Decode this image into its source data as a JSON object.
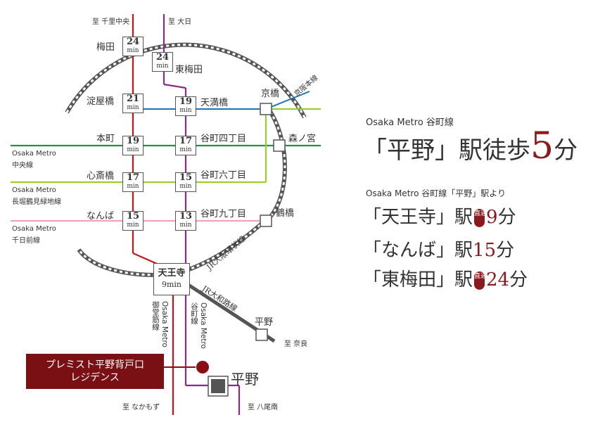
{
  "map": {
    "directions": {
      "senri_chuo": "至 千里中央",
      "dainichi": "至 大日",
      "nara": "至 奈良",
      "nakamozu": "至 なかもず",
      "yaominami": "至 八尾南"
    },
    "midosuji_stations": [
      {
        "name": "梅田",
        "min": "24"
      },
      {
        "name": "淀屋橋",
        "min": "21"
      },
      {
        "name": "本町",
        "min": "19"
      },
      {
        "name": "心斎橋",
        "min": "17"
      },
      {
        "name": "なんば",
        "min": "15"
      }
    ],
    "tanimachi_stations": [
      {
        "name": "東梅田",
        "min": "24"
      },
      {
        "name": "天満橋",
        "min": "19"
      },
      {
        "name": "谷町四丁目",
        "min": "17"
      },
      {
        "name": "谷町六丁目",
        "min": "15"
      },
      {
        "name": "谷町九丁目",
        "min": "13"
      }
    ],
    "min_unit": "min",
    "tennoji": {
      "name": "天王寺",
      "time": "9min"
    },
    "loop_stations": {
      "kyobashi": "京橋",
      "morinomiya": "森ノ宮",
      "tsuruhashi": "鶴橋"
    },
    "line_labels": {
      "keihan": "京阪本線",
      "chuo_1": "Osaka Metro",
      "chuo_2": "中央線",
      "nagahori_1": "Osaka Metro",
      "nagahori_2": "長堀鶴見緑地線",
      "sennichimae_1": "Osaka Metro",
      "sennichimae_2": "千日前線",
      "loop": "JR大阪環状線",
      "yamatoji": "JR大和路線",
      "midosuji_v1": "Osaka Metro",
      "midosuji_v2": "御堂筋線",
      "tanimachi_v1": "Osaka Metro",
      "tanimachi_v2": "谷町線"
    },
    "hirano_jr": "平野",
    "hirano_metro": "平野",
    "property_line1": "プレミスト平野背戸口",
    "property_line2": "レジデンス"
  },
  "info": {
    "line_name": "Osaka Metro 谷町線",
    "walk_prefix": "「平野」駅徒歩",
    "walk_number": "5",
    "walk_unit": "分",
    "from_label": "Osaka Metro 谷町線「平野」駅より",
    "direct_badge": "直通",
    "routes": [
      {
        "dest": "「天王寺」駅",
        "direct": true,
        "time": "9",
        "unit": "分"
      },
      {
        "dest": "「なんば」駅",
        "direct": false,
        "time": "15",
        "unit": "分"
      },
      {
        "dest": "「東梅田」駅",
        "direct": true,
        "time": "24",
        "unit": "分"
      }
    ]
  },
  "colors": {
    "midosuji": "#c3161c",
    "tanimachi": "#8a2a82",
    "chuo": "#1a9440",
    "nagahori": "#9acd32",
    "sennichimae": "#f2a0c0",
    "keihan": "#1e73b8",
    "jr": "#555555",
    "accent": "#8b1a1e"
  }
}
